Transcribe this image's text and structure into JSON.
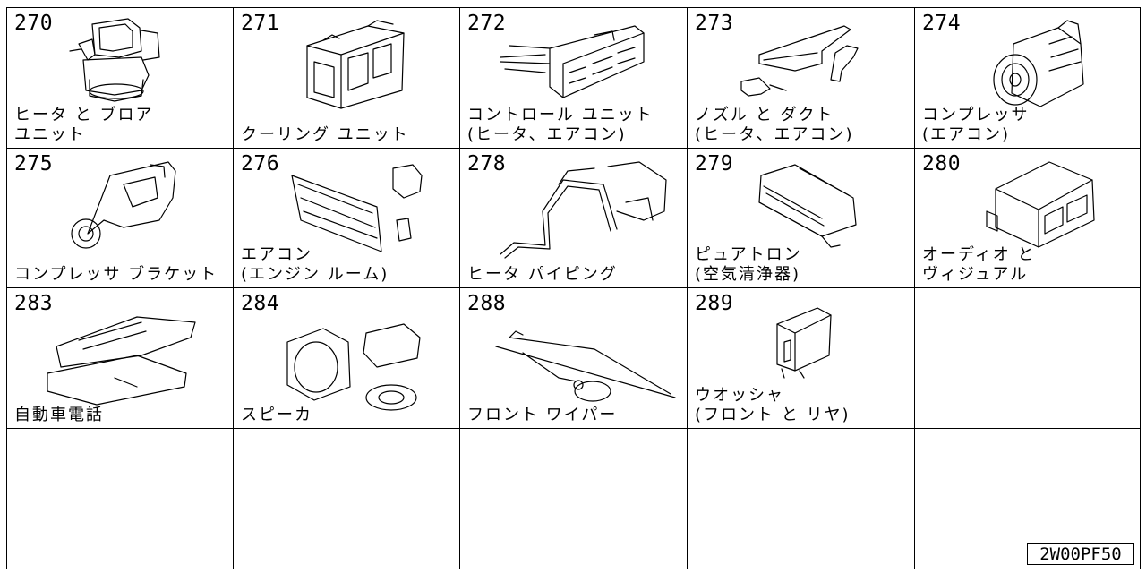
{
  "cells": [
    {
      "num": "270",
      "label": "ヒータ と ブロア\nユニット",
      "icon": "heater-blower-unit"
    },
    {
      "num": "271",
      "label": "クーリング ユニット",
      "icon": "cooling-unit"
    },
    {
      "num": "272",
      "label": "コントロール ユニット\n(ヒータ、エアコン)",
      "icon": "control-unit"
    },
    {
      "num": "273",
      "label": "ノズル と ダクト\n(ヒータ、エアコン)",
      "icon": "nozzle-duct"
    },
    {
      "num": "274",
      "label": "コンプレッサ\n(エアコン)",
      "icon": "compressor"
    },
    {
      "num": "275",
      "label": "コンプレッサ ブラケット",
      "icon": "compressor-bracket"
    },
    {
      "num": "276",
      "label": "エアコン\n(エンジン ルーム)",
      "icon": "aircon-engine-room"
    },
    {
      "num": "278",
      "label": "ヒータ パイピング",
      "icon": "heater-piping"
    },
    {
      "num": "279",
      "label": "ピュアトロン\n(空気清浄器)",
      "icon": "air-purifier"
    },
    {
      "num": "280",
      "label": "オーディオ と\nヴィジュアル",
      "icon": "audio-visual"
    },
    {
      "num": "283",
      "label": "自動車電話",
      "icon": "car-phone"
    },
    {
      "num": "284",
      "label": "スピーカ",
      "icon": "speaker"
    },
    {
      "num": "288",
      "label": "フロント ワイパー",
      "icon": "front-wiper"
    },
    {
      "num": "289",
      "label": "ウオッシャ\n(フロント と リヤ)",
      "icon": "washer"
    }
  ],
  "code": "2W00PF50"
}
